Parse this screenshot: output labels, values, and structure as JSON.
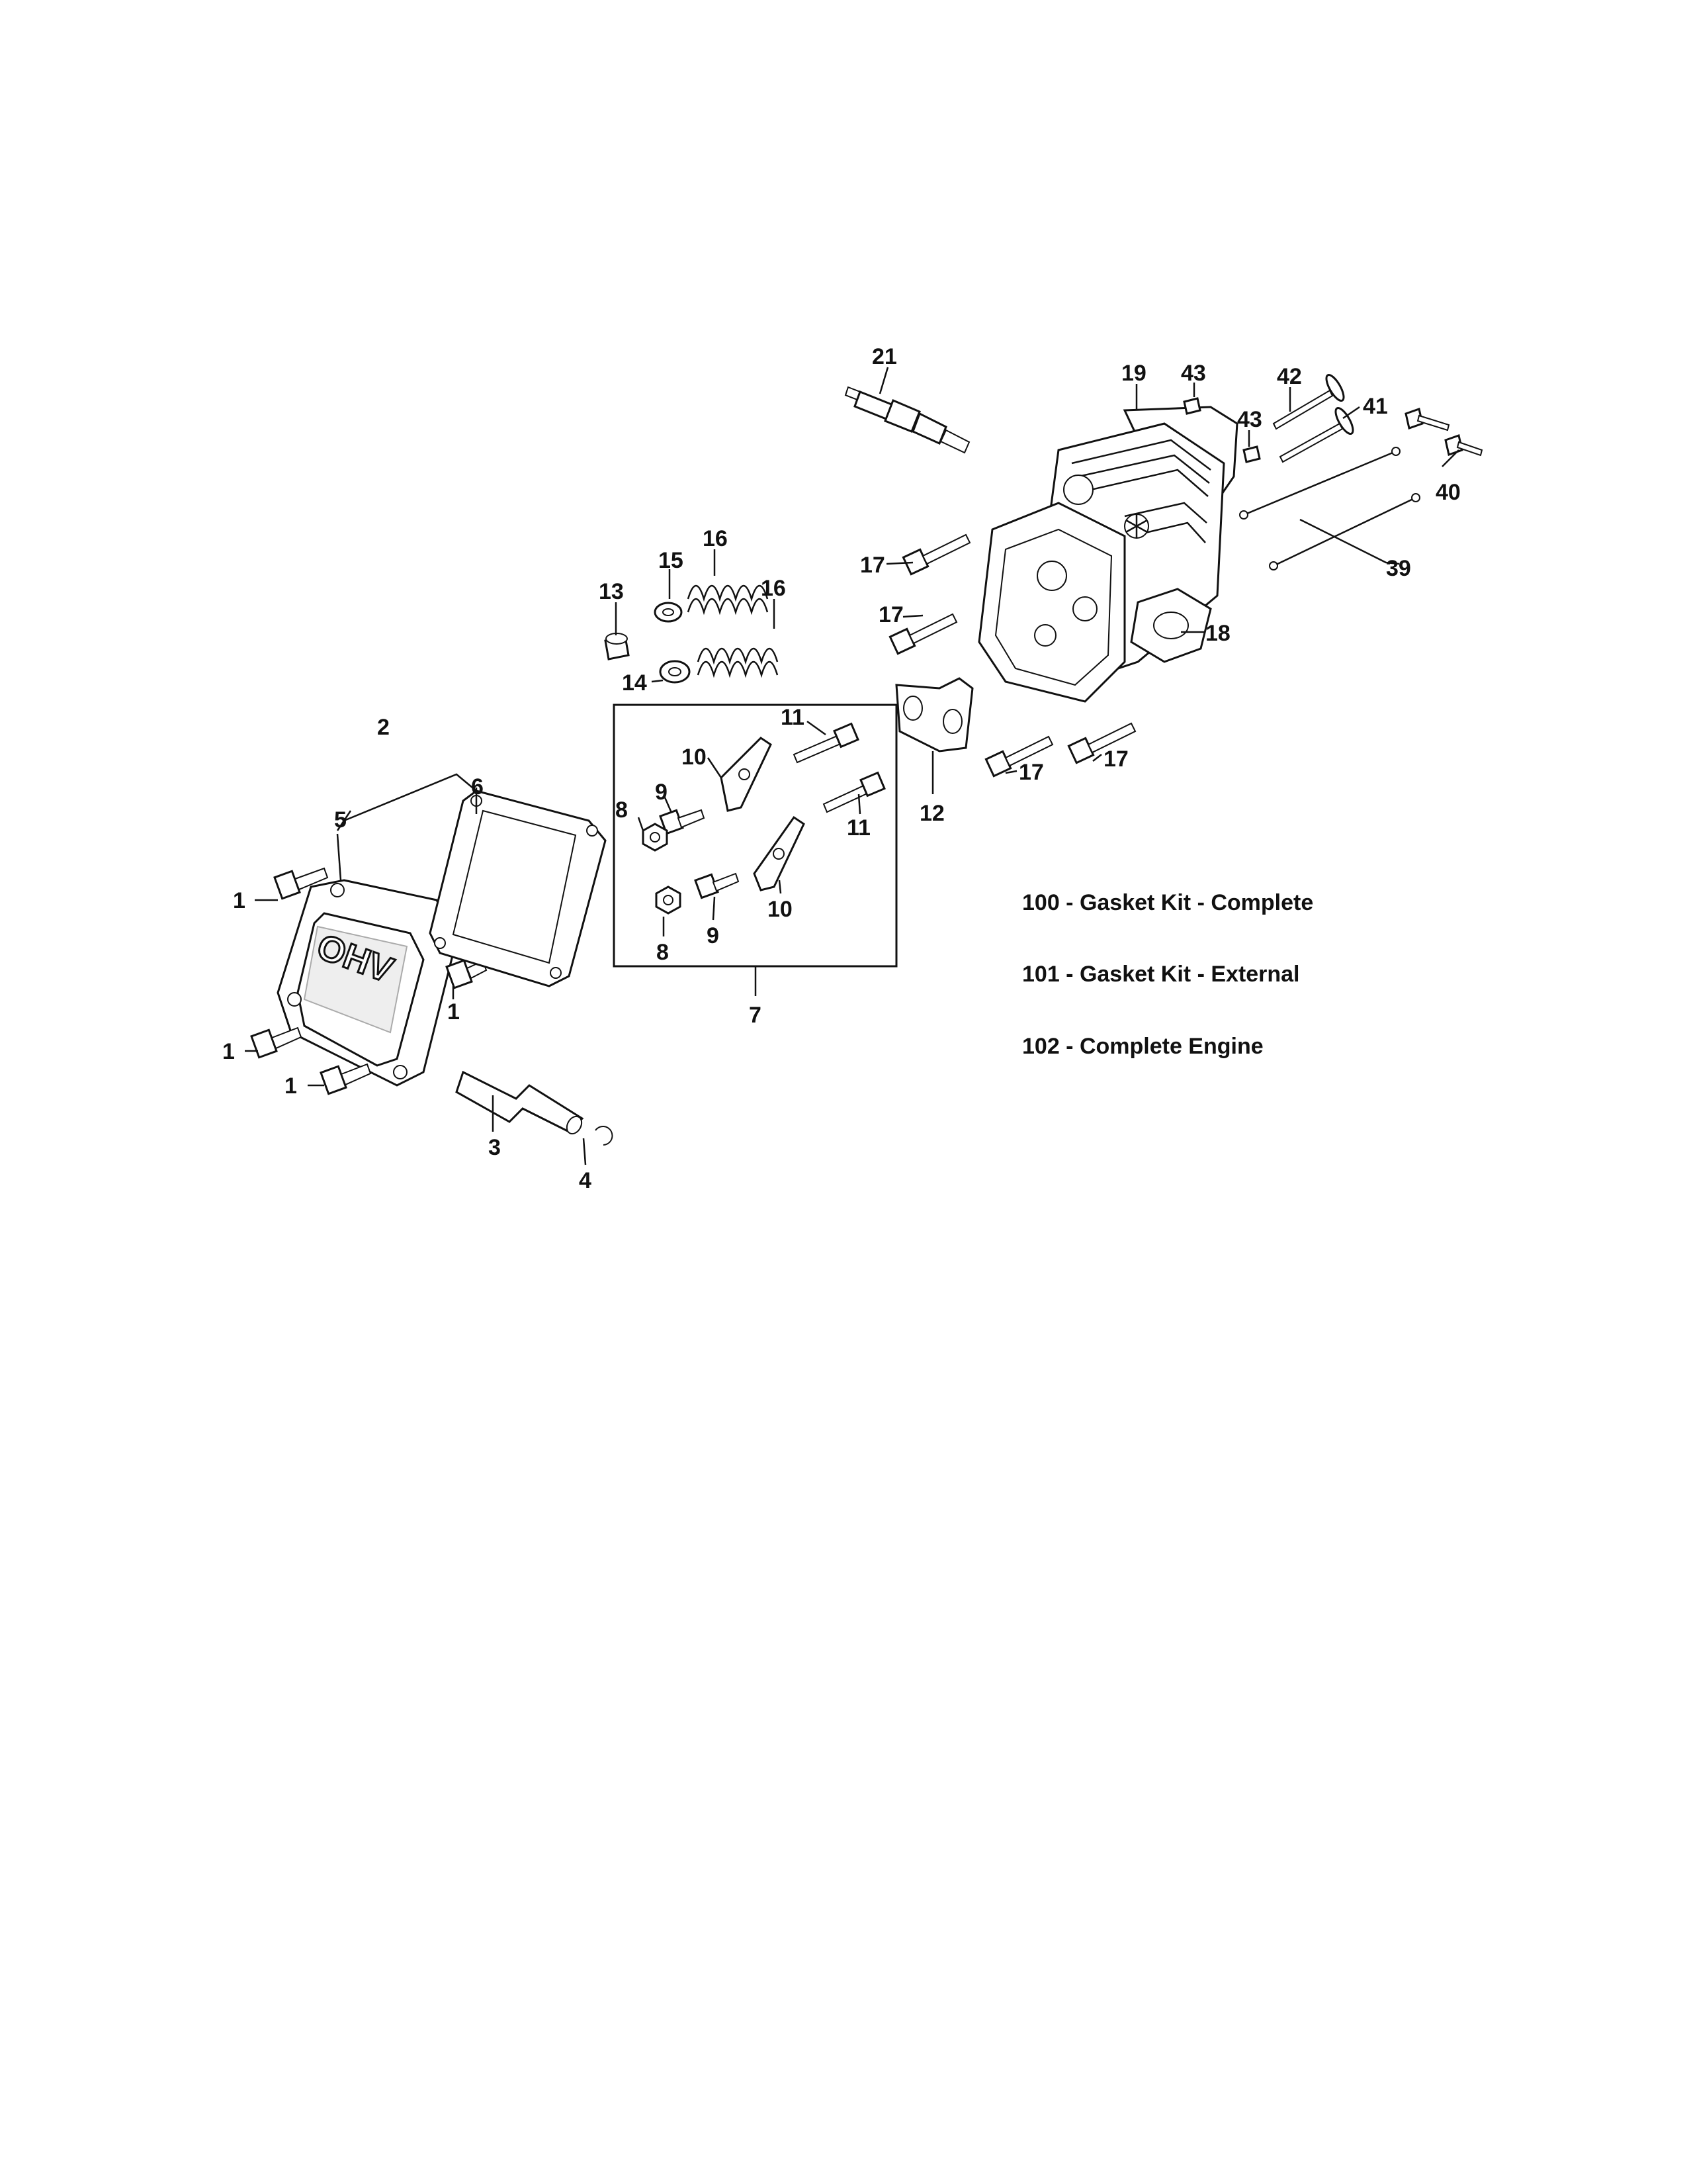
{
  "callouts": {
    "c1a": "1",
    "c1b": "1",
    "c1c": "1",
    "c1d": "1",
    "c2": "2",
    "c3": "3",
    "c4": "4",
    "c5": "5",
    "c6": "6",
    "c7": "7",
    "c8a": "8",
    "c8b": "8",
    "c9a": "9",
    "c9b": "9",
    "c10a": "10",
    "c10b": "10",
    "c11a": "11",
    "c11b": "11",
    "c12": "12",
    "c13": "13",
    "c14": "14",
    "c15": "15",
    "c16a": "16",
    "c16b": "16",
    "c17a": "17",
    "c17b": "17",
    "c17c": "17",
    "c17d": "17",
    "c18": "18",
    "c19": "19",
    "c21": "21",
    "c39": "39",
    "c40": "40",
    "c41": "41",
    "c42": "42",
    "c43a": "43",
    "c43b": "43"
  },
  "cover_marking": "OHV",
  "kits": [
    "100 - Gasket Kit - Complete",
    "101 - Gasket Kit - External",
    "102 - Complete Engine"
  ]
}
